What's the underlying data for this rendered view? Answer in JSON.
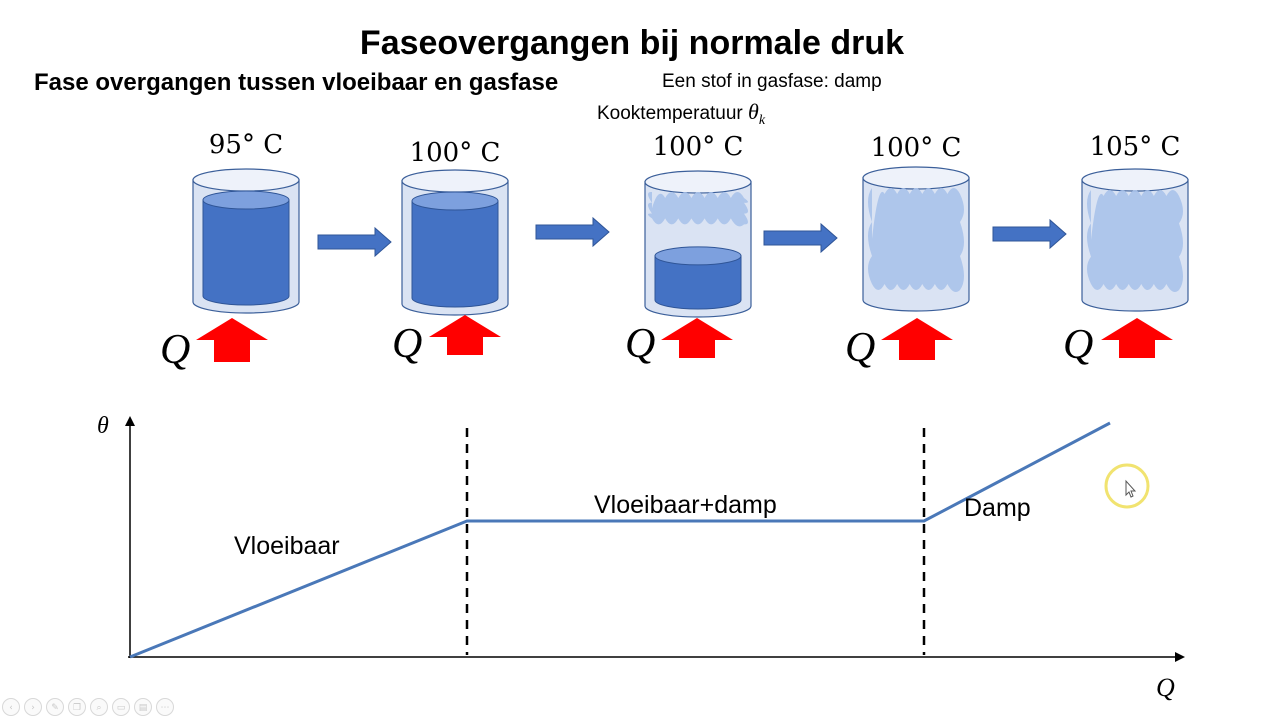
{
  "title": "Faseovergangen bij normale druk",
  "subtitle": "Fase overgangen tussen vloeibaar en gasfase",
  "note_gas": "Een stof in gasfase: damp",
  "note_boiling": "Kooktemperatuur",
  "note_boiling_symbol": "θ",
  "note_boiling_sub": "k",
  "heat_symbol": "Q",
  "beakers": [
    {
      "temp": "95° C",
      "liquid_level": 1.0,
      "steam_level": 0.0
    },
    {
      "temp": "100° C",
      "liquid_level": 1.0,
      "steam_level": 0.0
    },
    {
      "temp": "100° C",
      "liquid_level": 0.45,
      "steam_level": 0.3
    },
    {
      "temp": "100° C",
      "liquid_level": 0.0,
      "steam_level": 1.0
    },
    {
      "temp": "105° C",
      "liquid_level": 0.0,
      "steam_level": 1.0
    }
  ],
  "graph": {
    "y_axis_label": "θ",
    "x_axis_label": "Q",
    "region_labels": [
      "Vloeibaar",
      "Vloeibaar+damp",
      "Damp"
    ]
  },
  "colors": {
    "liquid": "#4472c4",
    "liquid_top": "#7da0de",
    "liquid_edge": "#2f5597",
    "glass": "#dae3f3",
    "steam": "#a9c2ea",
    "flow_arrow": "#4472c4",
    "heat_arrow": "#ff0000",
    "graph_line": "#4a78b8",
    "cursor_ring": "#f0e060"
  },
  "toolbar_icons": [
    "prev-icon",
    "next-icon",
    "pen-icon",
    "pages-icon",
    "zoom-icon",
    "slides-icon",
    "subtitle-icon",
    "more-icon"
  ]
}
